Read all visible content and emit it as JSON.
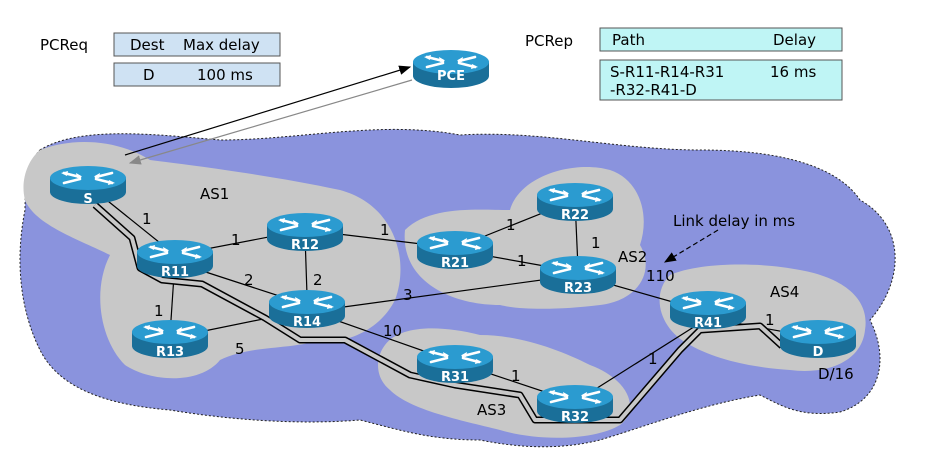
{
  "pcreq": {
    "label": "PCReq",
    "header_dest": "Dest",
    "header_delay": "Max delay",
    "dest": "D",
    "delay": "100 ms"
  },
  "pcrep": {
    "label": "PCRep",
    "header_path": "Path",
    "header_delay": "Delay",
    "path_line1": "S-R11-R14-R31",
    "path_line2": "-R32-R41-D",
    "delay": "16 ms"
  },
  "annotation": "Link delay in ms",
  "as_labels": {
    "as1": "AS1",
    "as2": "AS2",
    "as3": "AS3",
    "as4": "AS4"
  },
  "prefix": "D/16",
  "routers": {
    "pce": "PCE",
    "s": "S",
    "r11": "R11",
    "r12": "R12",
    "r13": "R13",
    "r14": "R14",
    "r21": "R21",
    "r22": "R22",
    "r23": "R23",
    "r31": "R31",
    "r32": "R32",
    "r41": "R41",
    "d": "D"
  },
  "link_delays": {
    "s_r11": "1",
    "r11_r12": "1",
    "r11_r13": "1",
    "r11_r14": "2",
    "r12_r14": "2",
    "r13_r14": "5",
    "r12_r21": "1",
    "r21_r22": "1",
    "r22_r23": "1",
    "r21_r23": "1",
    "r14_r23": "3",
    "r14_r31": "10",
    "r23_r41": "110",
    "r31_r32": "1",
    "r32_r41": "1",
    "r41_d": "1"
  },
  "colors": {
    "domain_fill": "#8a93dd",
    "as_fill": "#c8c8c8",
    "router_top": "#1e8fc2",
    "router_side": "#1a6f99",
    "box_fill": "#cfe2f3",
    "reply_fill": "#bff5f5"
  }
}
